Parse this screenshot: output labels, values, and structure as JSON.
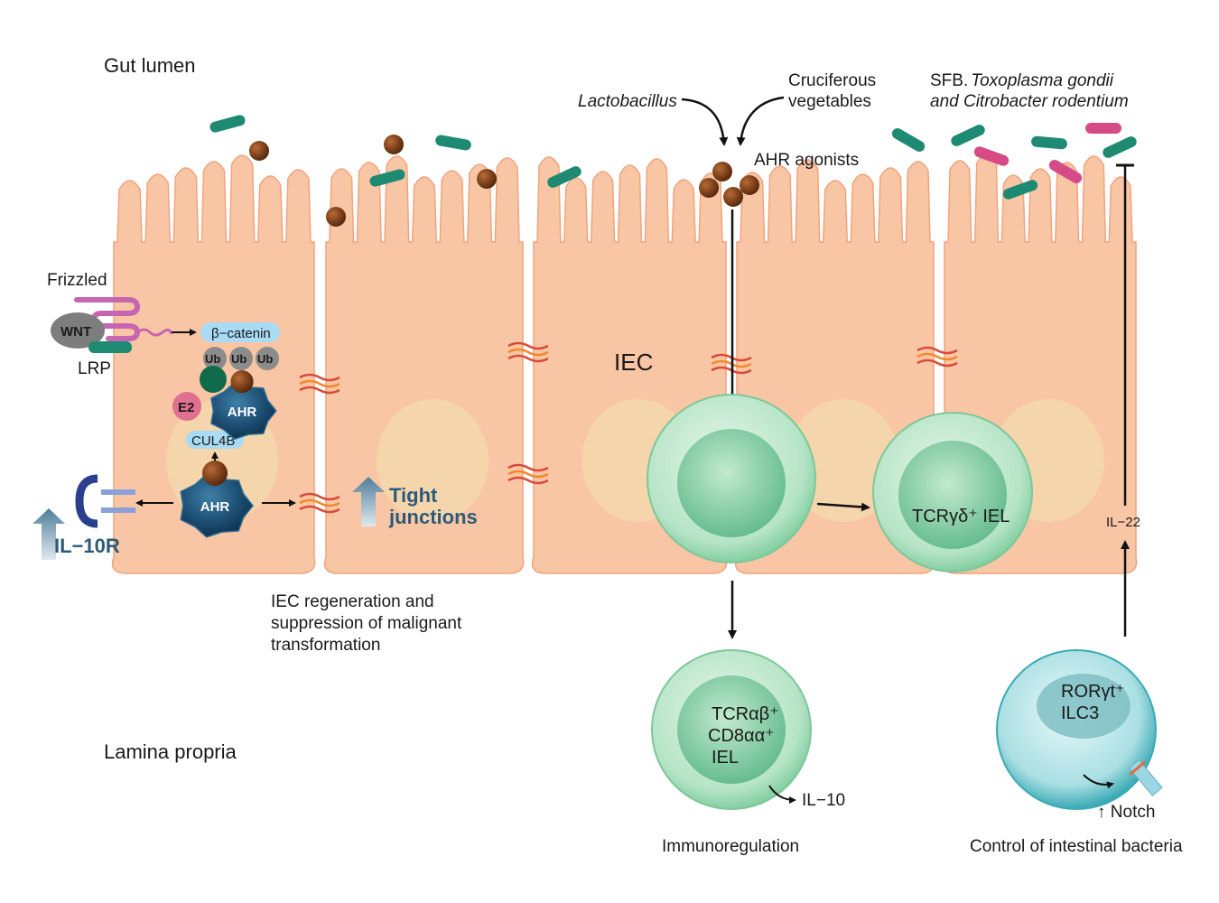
{
  "regions": {
    "top": "Gut lumen",
    "bottom": "Lamina propria"
  },
  "sources": {
    "lactobacillus": "Lactobacillus",
    "cruciferous_line1": "Cruciferous",
    "cruciferous_line2": "vegetables",
    "agonists": "AHR agonists",
    "sfb_prefix": "SFB.",
    "sfb_line1_italic": "Toxoplasma gondii",
    "sfb_line2_italic": "and Citrobacter rodentium"
  },
  "left_cell": {
    "frizzled": "Frizzled",
    "wnt": "WNT",
    "lrp": "LRP",
    "beta_catenin": "β−catenin",
    "ub": [
      "Ub",
      "Ub",
      "Ub"
    ],
    "e2": "E2",
    "cul4b": "CUL4B",
    "il10r": "IL−10R",
    "tight_line1": "Tight",
    "tight_line2": "junctions"
  },
  "ahr_label": "AHR",
  "iec_label": "IEC",
  "iel_gd": {
    "text": "TCRγδ⁺ IEL"
  },
  "iel_ab": {
    "line1": "TCRαβ⁺",
    "line2": "CD8αα⁺",
    "line3": "IEL",
    "output": "IL−10"
  },
  "ilc3": {
    "line1": "RORγt⁺",
    "line2": "ILC3",
    "notch": "↑ Notch",
    "il22": "IL−22"
  },
  "captions": {
    "regen_line1": "IEC regeneration and",
    "regen_line2": "suppression of malignant",
    "regen_line3": "transformation",
    "immuno": "Immunoregulation",
    "control": "Control of intestinal bacteria"
  },
  "colors": {
    "cell_fill": "#f8c6a4",
    "nucleus": "#f4d6ad",
    "bacteria_green": "#1f8a72",
    "bacteria_pink": "#d64a86",
    "agonist_brown": "#7a3a14",
    "iel_green": "#9fd8b4",
    "ilc3_teal": "#5bc0c8",
    "ahr_blue": "#1f4a6a"
  }
}
